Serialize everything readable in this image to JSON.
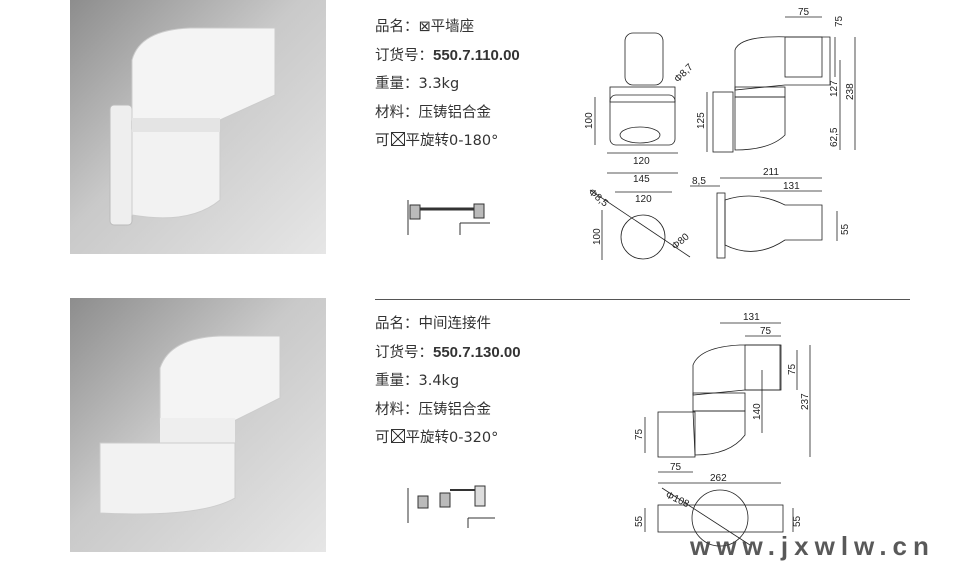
{
  "products": [
    {
      "name_label": "品名：",
      "name": "⊠平墙座",
      "order_label": "订货号：",
      "order_no": "550.7.110.00",
      "weight_label": "重量：",
      "weight": "3.3kg",
      "material_label": "材料：",
      "material": "压铸铝合金",
      "rotation_prefix": "可",
      "rotation_text": "平旋转0-180°",
      "dims": {
        "d1": "75",
        "d2": "75",
        "d3": "Φ8,7",
        "d4": "100",
        "d5": "125",
        "d6": "127",
        "d7": "238",
        "d8": "62,5",
        "d9": "120",
        "d10": "145",
        "d11": "8,5",
        "d12": "211",
        "d13": "131",
        "d14": "Φ8,5",
        "d15": "120",
        "d16": "100",
        "d17": "Φ80",
        "d18": "55"
      }
    },
    {
      "name_label": "品名：",
      "name": "中间连接件",
      "order_label": "订货号：",
      "order_no": "550.7.130.00",
      "weight_label": "重量：",
      "weight": "3.4kg",
      "material_label": "材料：",
      "material": "压铸铝合金",
      "rotation_prefix": "可",
      "rotation_text": "平旋转0-320°",
      "dims": {
        "d1": "131",
        "d2": "75",
        "d3": "75",
        "d4": "237",
        "d5": "140",
        "d6": "75",
        "d7": "75",
        "d8": "262",
        "d9": "Φ108",
        "d10": "55",
        "d11": "55"
      }
    }
  ],
  "watermark": "www.jxwlw.cn"
}
